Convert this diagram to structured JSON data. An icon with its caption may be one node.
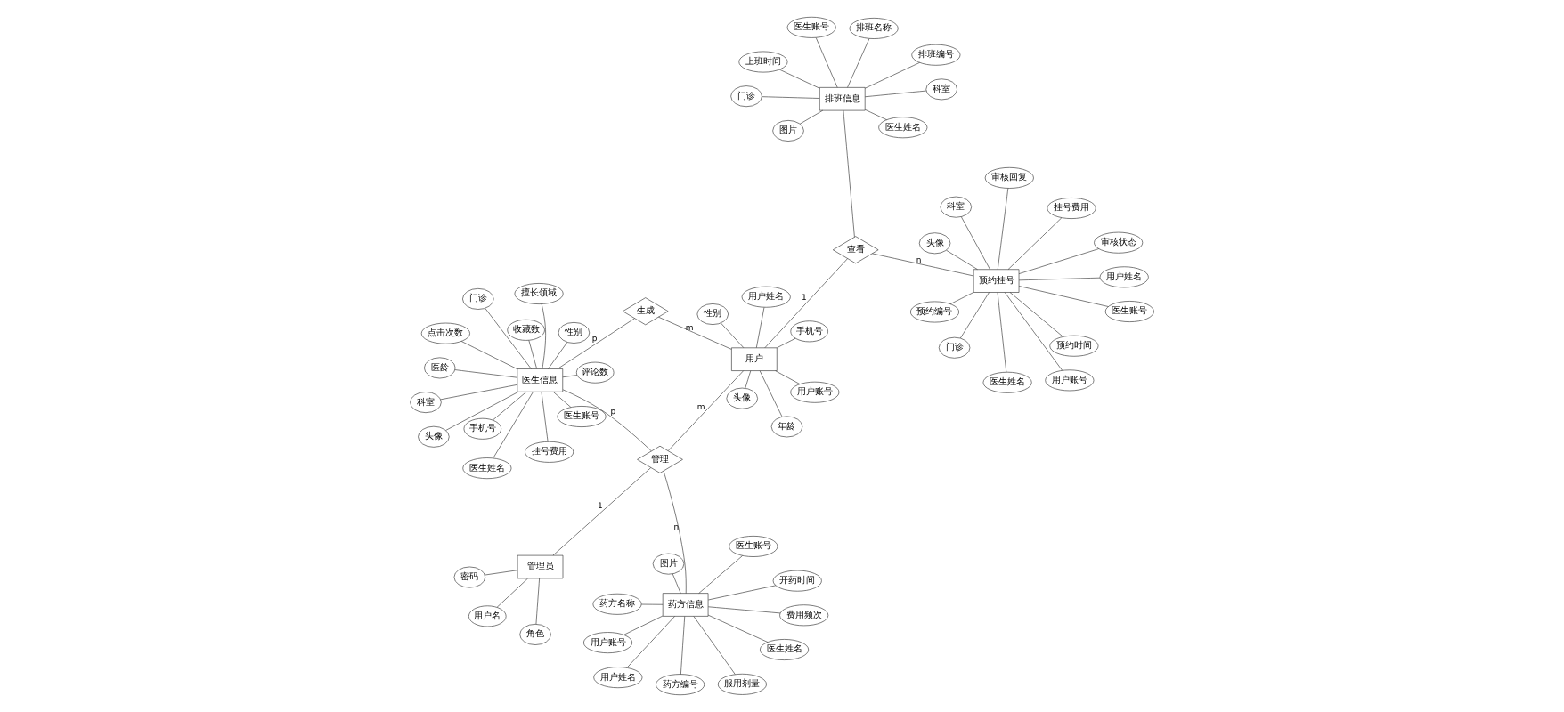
{
  "diagram": {
    "nodes": [
      {
        "text": [
          "管理员"
        ]
      },
      {
        "text": [
          "用户"
        ]
      },
      {
        "text": [
          "药方信息"
        ]
      },
      {
        "text": [
          "医生信息"
        ]
      },
      {
        "text": [
          "预约挂号"
        ]
      },
      {
        "text": [
          "排班信息"
        ]
      },
      {
        "text": [
          "管理"
        ]
      },
      {
        "text": [
          "查看"
        ]
      },
      {
        "text": [
          "生成"
        ]
      },
      {
        "text": [
          "角色"
        ]
      },
      {
        "text": [
          "用户名"
        ]
      },
      {
        "text": [
          "密码"
        ]
      },
      {
        "text": [
          "费用频次"
        ]
      },
      {
        "text": [
          "开药时间"
        ]
      },
      {
        "text": [
          "医生账号"
        ]
      },
      {
        "text": [
          "服用剂量"
        ]
      },
      {
        "text": [
          "医生姓名"
        ]
      },
      {
        "text": [
          "图片"
        ]
      },
      {
        "text": [
          "用户账号"
        ]
      },
      {
        "text": [
          "药方名称"
        ]
      },
      {
        "text": [
          "药方编号"
        ]
      },
      {
        "text": [
          "用户姓名"
        ]
      },
      {
        "text": [
          "用户姓名"
        ]
      },
      {
        "text": [
          "手机号"
        ]
      },
      {
        "text": [
          "性别"
        ]
      },
      {
        "text": [
          "年龄"
        ]
      },
      {
        "text": [
          "用户账号"
        ]
      },
      {
        "text": [
          "头像"
        ]
      },
      {
        "text": [
          "医生姓名"
        ]
      },
      {
        "text": [
          "医生账号"
        ]
      },
      {
        "text": [
          "收藏数"
        ]
      },
      {
        "text": [
          "评论数"
        ]
      },
      {
        "text": [
          "头像"
        ]
      },
      {
        "text": [
          "点击次数"
        ]
      },
      {
        "text": [
          "性别"
        ]
      },
      {
        "text": [
          "挂号费用"
        ]
      },
      {
        "text": [
          "手机号"
        ]
      },
      {
        "text": [
          "擅长领域"
        ]
      },
      {
        "text": [
          "医龄"
        ]
      },
      {
        "text": [
          "科室"
        ]
      },
      {
        "text": [
          "门诊"
        ]
      },
      {
        "text": [
          "科室"
        ]
      },
      {
        "text": [
          "头像"
        ]
      },
      {
        "text": [
          "挂号费用"
        ]
      },
      {
        "text": [
          "预约时间"
        ]
      },
      {
        "text": [
          "门诊"
        ]
      },
      {
        "text": [
          "用户账号"
        ]
      },
      {
        "text": [
          "医生姓名"
        ]
      },
      {
        "text": [
          "用户姓名"
        ]
      },
      {
        "text": [
          "医生账号"
        ]
      },
      {
        "text": [
          "预约编号"
        ]
      },
      {
        "text": [
          "审核状态"
        ]
      },
      {
        "text": [
          "审核回复"
        ]
      },
      {
        "text": [
          "排班名称"
        ]
      },
      {
        "text": [
          "排班编号"
        ]
      },
      {
        "text": [
          "医生姓名"
        ]
      },
      {
        "text": [
          "图片"
        ]
      },
      {
        "text": [
          "医生账号"
        ]
      },
      {
        "text": [
          "科室"
        ]
      },
      {
        "text": [
          "门诊"
        ]
      },
      {
        "text": [
          "上班时间"
        ]
      }
    ],
    "edges": [
      {
        "from": 0,
        "to": 6,
        "arrow": "none",
        "label": "1"
      },
      {
        "from": 6,
        "to": 1,
        "arrow": "none",
        "label": "m"
      },
      {
        "from": 2,
        "to": 6,
        "arrow": "none",
        "label": "n"
      },
      {
        "from": 6,
        "to": 3,
        "arrow": "none",
        "label": "p"
      },
      {
        "from": 1,
        "to": 7,
        "arrow": "none",
        "label": "1"
      },
      {
        "from": 7,
        "to": 4,
        "arrow": "none",
        "label": "n"
      },
      {
        "from": 7,
        "to": 5,
        "arrow": "none"
      },
      {
        "from": 1,
        "to": 8,
        "arrow": "none",
        "label": "m"
      },
      {
        "from": 3,
        "to": 8,
        "arrow": "none",
        "label": "p"
      },
      {
        "from": 0,
        "to": 9,
        "arrow": "none"
      },
      {
        "from": 0,
        "to": 10,
        "arrow": "none"
      },
      {
        "from": 0,
        "to": 11,
        "arrow": "none"
      },
      {
        "from": 2,
        "to": 12,
        "arrow": "none"
      },
      {
        "from": 2,
        "to": 13,
        "arrow": "none"
      },
      {
        "from": 2,
        "to": 14,
        "arrow": "none"
      },
      {
        "from": 2,
        "to": 15,
        "arrow": "none"
      },
      {
        "from": 2,
        "to": 16,
        "arrow": "none"
      },
      {
        "from": 2,
        "to": 17,
        "arrow": "none"
      },
      {
        "from": 2,
        "to": 18,
        "arrow": "none"
      },
      {
        "from": 2,
        "to": 19,
        "arrow": "none"
      },
      {
        "from": 2,
        "to": 20,
        "arrow": "none"
      },
      {
        "from": 2,
        "to": 21,
        "arrow": "none"
      },
      {
        "from": 1,
        "to": 22,
        "arrow": "none"
      },
      {
        "from": 1,
        "to": 23,
        "arrow": "none"
      },
      {
        "from": 1,
        "to": 24,
        "arrow": "none"
      },
      {
        "from": 1,
        "to": 25,
        "arrow": "none"
      },
      {
        "from": 1,
        "to": 26,
        "arrow": "none"
      },
      {
        "from": 1,
        "to": 27,
        "arrow": "none"
      },
      {
        "from": 3,
        "to": 28,
        "arrow": "none"
      },
      {
        "from": 3,
        "to": 29,
        "arrow": "none"
      },
      {
        "from": 3,
        "to": 30,
        "arrow": "none"
      },
      {
        "from": 3,
        "to": 31,
        "arrow": "none"
      },
      {
        "from": 3,
        "to": 32,
        "arrow": "none"
      },
      {
        "from": 3,
        "to": 33,
        "arrow": "none"
      },
      {
        "from": 3,
        "to": 34,
        "arrow": "none"
      },
      {
        "from": 3,
        "to": 35,
        "arrow": "none"
      },
      {
        "from": 3,
        "to": 36,
        "arrow": "none"
      },
      {
        "from": 3,
        "to": 37,
        "arrow": "none"
      },
      {
        "from": 3,
        "to": 38,
        "arrow": "none"
      },
      {
        "from": 3,
        "to": 39,
        "arrow": "none"
      },
      {
        "from": 3,
        "to": 40,
        "arrow": "none"
      },
      {
        "from": 4,
        "to": 41,
        "arrow": "none"
      },
      {
        "from": 4,
        "to": 42,
        "arrow": "none"
      },
      {
        "from": 4,
        "to": 43,
        "arrow": "none"
      },
      {
        "from": 4,
        "to": 44,
        "arrow": "none"
      },
      {
        "from": 4,
        "to": 45,
        "arrow": "none"
      },
      {
        "from": 4,
        "to": 46,
        "arrow": "none"
      },
      {
        "from": 4,
        "to": 47,
        "arrow": "none"
      },
      {
        "from": 4,
        "to": 48,
        "arrow": "none"
      },
      {
        "from": 4,
        "to": 49,
        "arrow": "none"
      },
      {
        "from": 4,
        "to": 50,
        "arrow": "none"
      },
      {
        "from": 4,
        "to": 51,
        "arrow": "none"
      },
      {
        "from": 4,
        "to": 52,
        "arrow": "none"
      },
      {
        "from": 5,
        "to": 53,
        "arrow": "none"
      },
      {
        "from": 5,
        "to": 54,
        "arrow": "none"
      },
      {
        "from": 5,
        "to": 55,
        "arrow": "none"
      },
      {
        "from": 5,
        "to": 56,
        "arrow": "none"
      },
      {
        "from": 5,
        "to": 57,
        "arrow": "none"
      },
      {
        "from": 5,
        "to": 58,
        "arrow": "none"
      },
      {
        "from": 5,
        "to": 59,
        "arrow": "none"
      },
      {
        "from": 5,
        "to": 60,
        "arrow": "none"
      }
    ]
  }
}
